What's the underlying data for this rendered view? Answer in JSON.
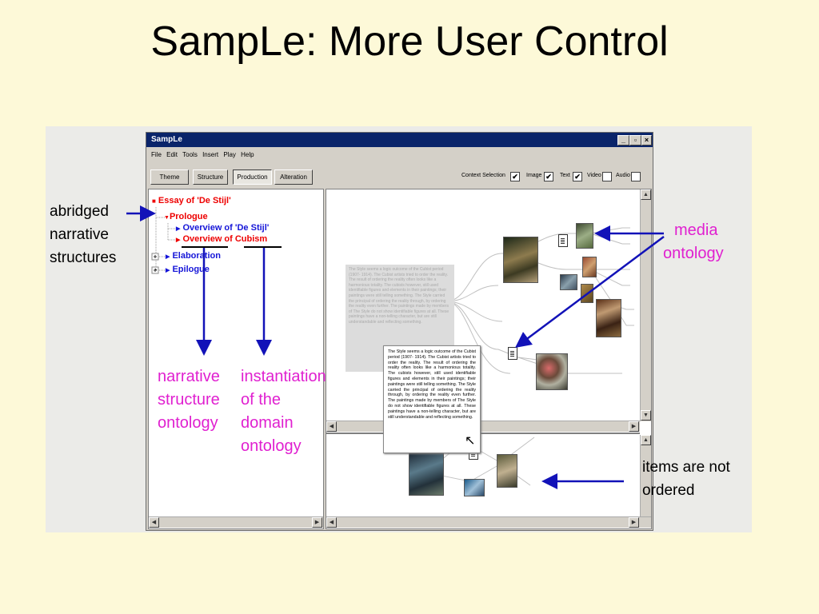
{
  "slide": {
    "title": "SampLe: More User Control"
  },
  "window": {
    "title": "SampLe",
    "menu": [
      "File",
      "Edit",
      "Tools",
      "Insert",
      "Play",
      "Help"
    ],
    "tabs": [
      "Theme",
      "Structure",
      "Production",
      "Alteration"
    ],
    "active_tab": "Production",
    "context_label": "Context Selection",
    "toggles": [
      {
        "label": "Image",
        "checked": true
      },
      {
        "label": "Text",
        "checked": true
      },
      {
        "label": "Video",
        "checked": false
      },
      {
        "label": "Audio",
        "checked": false
      }
    ]
  },
  "tree": {
    "root": "Essay of 'De Stijl'",
    "prologue": "Prologue",
    "overview1": "Overview of 'De Stijl'",
    "overview2": "Overview of Cubism",
    "elaboration": "Elaboration",
    "epilogue": "Epilogue"
  },
  "text_popup": "The Style seems a logic outcome of the Cubist period (1907- 1914). The Cubist artists tried to order the reality. The result of ordering the reality often looks like a harmonious totality. The cubists however, still used identifiable figures and elements in their paintings; their paintings were still telling something. The Style carried the principal of ordering the reality through, by ordering the reality even further. The paintings made by members of The Style do not show identifiable figures at all. These paintings have a non-telling character, but are still understandable and reflecting something.",
  "annotations": {
    "abridged": [
      "abridged",
      "narrative",
      "structures"
    ],
    "media": [
      "media",
      "ontology"
    ],
    "narrative": [
      "narrative",
      "structure",
      "ontology"
    ],
    "instantiation": [
      "instantiation",
      "of the",
      "domain",
      "ontology"
    ],
    "items": [
      "items are not",
      "ordered"
    ]
  },
  "colors": {
    "background": "#fdf9d8",
    "annotation_magenta": "#e020d0",
    "arrow_blue": "#1212b8",
    "tree_red": "#ee0000",
    "tree_blue": "#1515d8",
    "titlebar": "#0a246a"
  }
}
